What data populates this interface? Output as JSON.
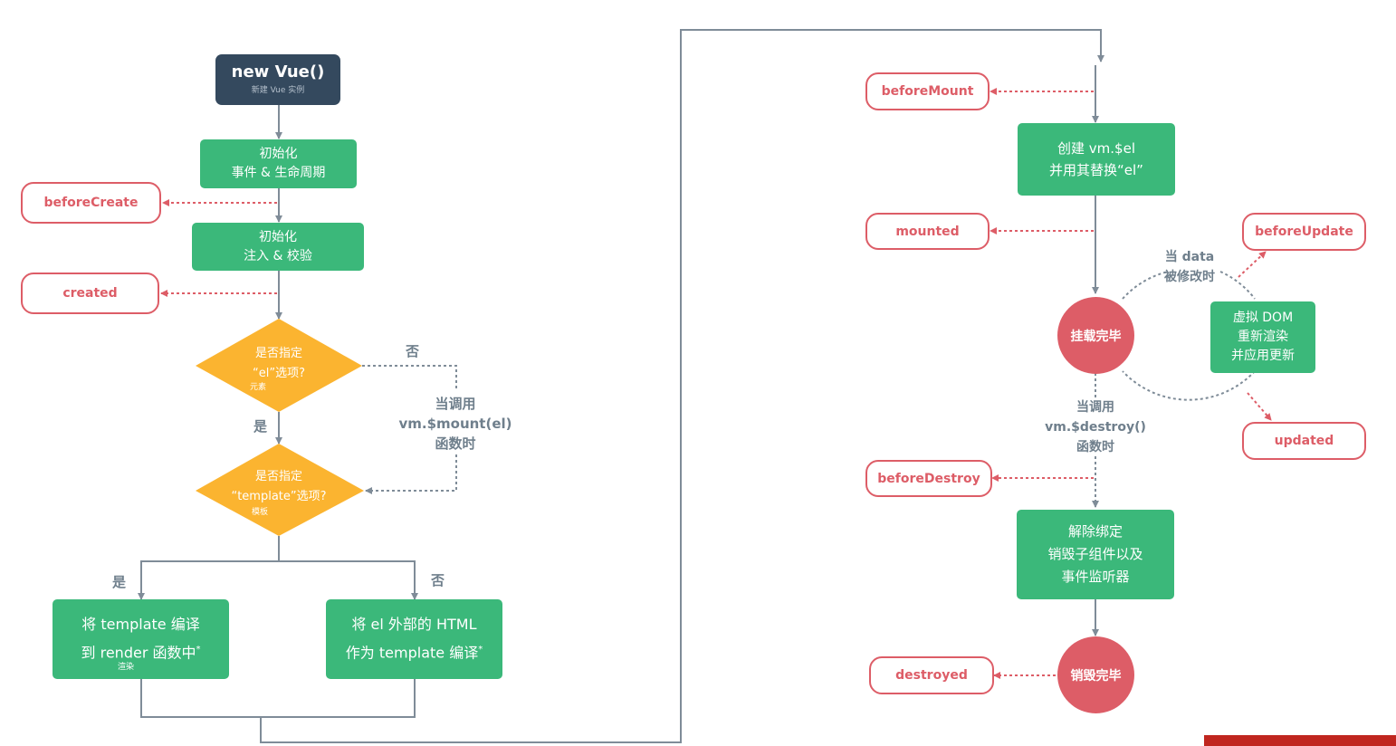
{
  "colors": {
    "dark_box": "#34495e",
    "green_box": "#3bb87a",
    "hook_red": "#dd5d67",
    "decision_yellow": "#fbb430",
    "connector_gray": "#7f8c98",
    "text_gray": "#6f7f8c"
  },
  "start": {
    "title": "new Vue()",
    "subtitle": "新建 Vue 实例"
  },
  "init_events": {
    "line1": "初始化",
    "line2": "事件 & 生命周期"
  },
  "init_inject": {
    "line1": "初始化",
    "line2": "注入 & 校验"
  },
  "decision_el": {
    "line1": "是否指定",
    "line2": "“el”选项?",
    "note": "元素"
  },
  "decision_template": {
    "line1": "是否指定",
    "line2": "“template”选项?",
    "note": "模板"
  },
  "labels": {
    "yes": "是",
    "no": "否"
  },
  "mount_call": {
    "line1": "当调用",
    "line2": "vm.$mount(el)",
    "line3": "函数时"
  },
  "compile_template": {
    "line1": "将 template 编译",
    "line2": "到 render 函数中",
    "star": "*",
    "note": "渲染"
  },
  "compile_outer_html": {
    "line1": "将 el 外部的 HTML",
    "line2": "作为 template 编译",
    "star": "*"
  },
  "create_el": {
    "line1": "创建 vm.$el",
    "line2": "并用其替换“el”"
  },
  "mounted_circle": "挂载完毕",
  "data_change": {
    "line1": "当 data",
    "line2": "被修改时"
  },
  "virtual_dom": {
    "line1": "虚拟 DOM",
    "line2": "重新渲染",
    "line3": "并应用更新"
  },
  "destroy_call": {
    "line1": "当调用",
    "line2": "vm.$destroy()",
    "line3": "函数时"
  },
  "teardown": {
    "line1": "解除绑定",
    "line2": "销毁子组件以及",
    "line3": "事件监听器"
  },
  "destroyed_circle": "销毁完毕",
  "hooks": {
    "beforeCreate": "beforeCreate",
    "created": "created",
    "beforeMount": "beforeMount",
    "mounted": "mounted",
    "beforeUpdate": "beforeUpdate",
    "updated": "updated",
    "beforeDestroy": "beforeDestroy",
    "destroyed": "destroyed"
  }
}
